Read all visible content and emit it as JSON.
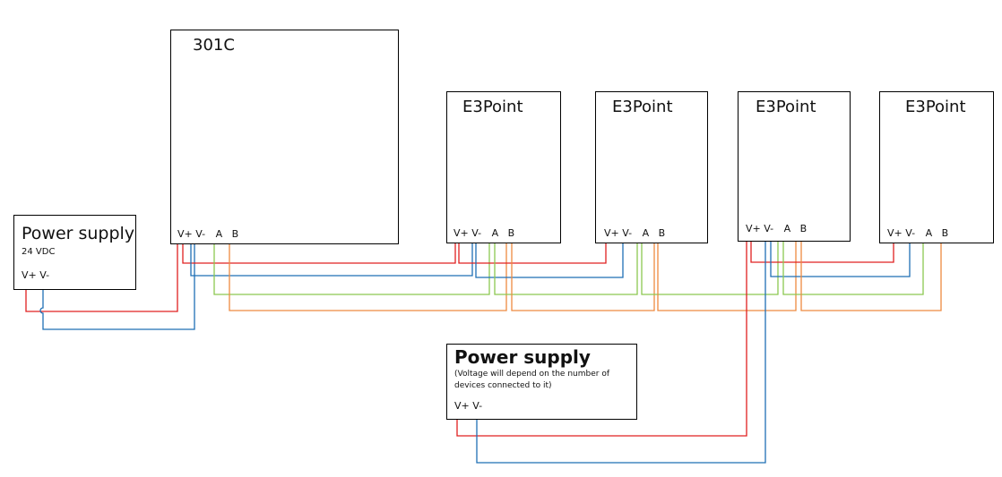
{
  "colors": {
    "v_plus_wire": "#e02020",
    "v_minus_wire": "#1f6fb5",
    "a_wire": "#8cc850",
    "b_wire": "#ee8a40"
  },
  "power_supply_1": {
    "title": "Power supply",
    "subtitle": "24 VDC",
    "terminals": "V+ V-"
  },
  "controller": {
    "title": "301C",
    "terminals": {
      "vplus": "V+",
      "vminus": "V-",
      "a": "A",
      "b": "B"
    }
  },
  "devices": [
    {
      "title": "E3Point",
      "terminals": {
        "vplus": "V+",
        "vminus": "V-",
        "a": "A",
        "b": "B"
      }
    },
    {
      "title": "E3Point",
      "terminals": {
        "vplus": "V+",
        "vminus": "V-",
        "a": "A",
        "b": "B"
      }
    },
    {
      "title": "E3Point",
      "terminals": {
        "vplus": "V+",
        "vminus": "V-",
        "a": "A",
        "b": "B"
      }
    },
    {
      "title": "E3Point",
      "terminals": {
        "vplus": "V+",
        "vminus": "V-",
        "a": "A",
        "b": "B"
      }
    }
  ],
  "power_supply_2": {
    "title": "Power supply",
    "note_line1": "(Voltage will depend on the number of",
    "note_line2": "devices connected to it)",
    "terminals": "V+ V-"
  }
}
